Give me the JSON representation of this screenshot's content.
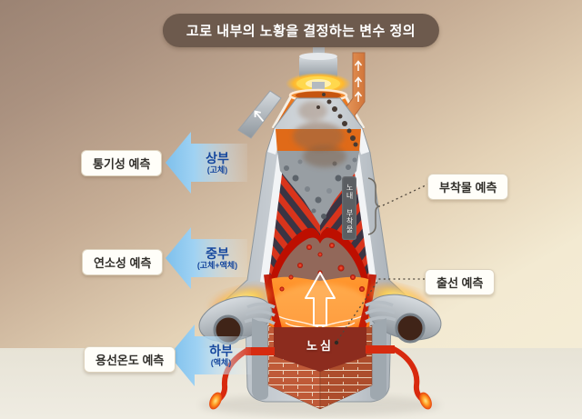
{
  "title": "고로 내부의 노황을 결정하는 변수 정의",
  "left_callouts": [
    {
      "label": "통기성 예측",
      "zone": "상부",
      "phase": "(고체)"
    },
    {
      "label": "연소성 예측",
      "zone": "중부",
      "phase": "(고체+액체)"
    },
    {
      "label": "용선온도 예측",
      "zone": "하부",
      "phase": "(액체)"
    }
  ],
  "right_callouts": [
    {
      "label": "부착물 예측"
    },
    {
      "label": "출선 예측"
    }
  ],
  "furnace": {
    "wall_deposit_label": "노내 부착물",
    "hearth_core_label": "노심"
  },
  "colors": {
    "title_bg": "#6d5a4d",
    "arrow_blue": "#8fc9ef",
    "arrow_text_blue": "#17489e",
    "callout_bg": "#fffef9",
    "furnace_orange": "#ee7c20",
    "molten_red": "#c81200",
    "brick": "#bf5a38"
  }
}
